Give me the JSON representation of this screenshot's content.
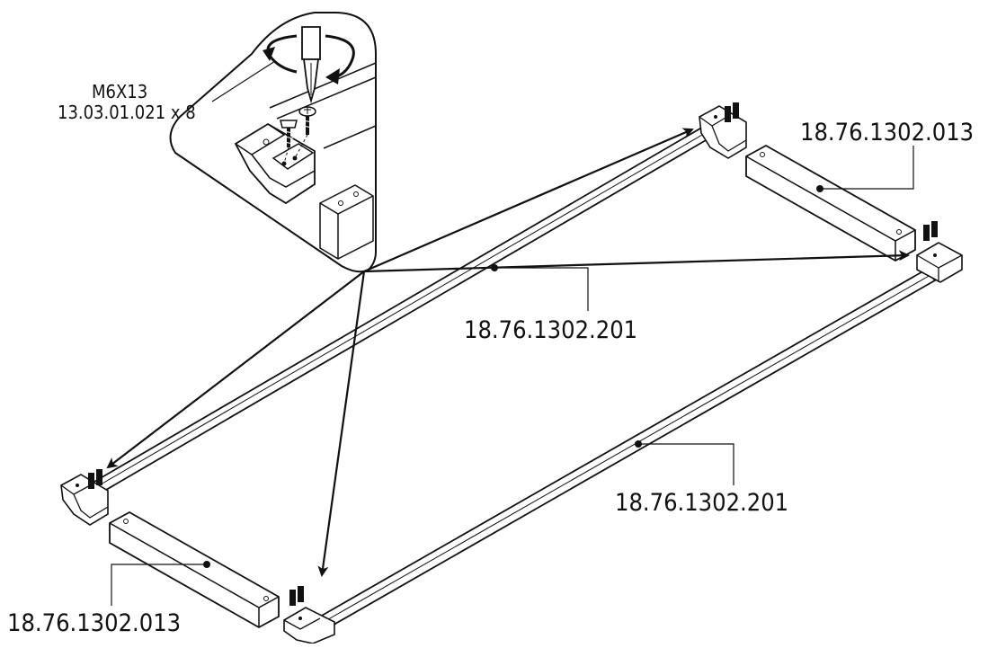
{
  "screw_callout": {
    "size": "M6X13",
    "part_number_qty": "13.03.01.021 x 8"
  },
  "parts": {
    "long_rail_top": "18.76.1302.201",
    "long_rail_bottom": "18.76.1302.201",
    "short_bar_right": "18.76.1302.013",
    "short_bar_left": "18.76.1302.013"
  },
  "colors": {
    "line": "#111111",
    "background": "#ffffff"
  },
  "icons": [
    "screwdriver-icon",
    "rotation-arrow-icon",
    "screw-icon"
  ]
}
